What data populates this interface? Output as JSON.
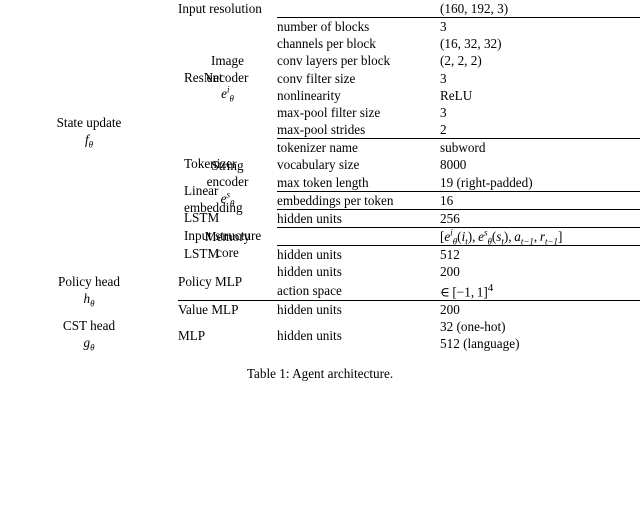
{
  "table": {
    "caption": "Table 1: Agent architecture.",
    "groups": [
      {
        "name": "State update",
        "symbol_base": "f",
        "symbol_sub": "θ",
        "subgroups": [
          {
            "name_lines": [
              "Image",
              "encoder"
            ],
            "symbol_base": "e",
            "symbol_sup": "i",
            "symbol_sub": "θ",
            "modules": [
              {
                "name": "Input resolution",
                "has_bar": false,
                "spans_prop": true,
                "rows": [
                  {
                    "property": "",
                    "value": "(160, 192, 3)"
                  }
                ]
              },
              {
                "name": "ResNet",
                "has_bar": true,
                "rows": [
                  {
                    "property": "number of blocks",
                    "value": "3"
                  },
                  {
                    "property": "channels per block",
                    "value": "(16, 32, 32)"
                  },
                  {
                    "property": "conv layers per block",
                    "value": "(2, 2, 2)"
                  },
                  {
                    "property": "conv filter size",
                    "value": "3"
                  },
                  {
                    "property": "nonlinearity",
                    "value": "ReLU"
                  },
                  {
                    "property": "max-pool filter size",
                    "value": "3"
                  },
                  {
                    "property": "max-pool strides",
                    "value": "2"
                  }
                ]
              }
            ]
          },
          {
            "name_lines": [
              "String",
              "encoder"
            ],
            "symbol_base": "e",
            "symbol_sup": "s",
            "symbol_sub": "θ",
            "modules": [
              {
                "name": "Tokenizer",
                "has_bar": true,
                "rows": [
                  {
                    "property": "tokenizer name",
                    "value": "subword"
                  },
                  {
                    "property": "vocabulary size",
                    "value": "8000"
                  },
                  {
                    "property": "max token length",
                    "value": "19 (right-padded)"
                  }
                ]
              },
              {
                "name_lines": [
                  "Linear",
                  "embedding"
                ],
                "name": "Linear embedding",
                "has_bar": true,
                "rows": [
                  {
                    "property": "embeddings per token",
                    "value": "16"
                  }
                ]
              },
              {
                "name": "LSTM",
                "has_bar": true,
                "rows": [
                  {
                    "property": "hidden units",
                    "value": "256"
                  }
                ]
              }
            ]
          },
          {
            "name_lines": [
              "Memory",
              "core"
            ],
            "symbol_base": "",
            "symbol_sup": "",
            "symbol_sub": "",
            "modules": [
              {
                "name": "Input structure",
                "has_bar": false,
                "spans_prop": true,
                "rows": [
                  {
                    "property": "",
                    "value": "[eθi(it), eθs(st), at−1, rt−1]"
                  }
                ]
              },
              {
                "name": "LSTM",
                "has_bar": true,
                "rows": [
                  {
                    "property": "hidden units",
                    "value": "512"
                  }
                ]
              }
            ]
          }
        ]
      },
      {
        "name": "Policy head",
        "symbol_base": "h",
        "symbol_sub": "θ",
        "subgroups": [
          {
            "name_lines": [],
            "modules": [
              {
                "name": "Policy MLP",
                "has_bar": true,
                "rows": [
                  {
                    "property": "hidden units",
                    "value": "200"
                  },
                  {
                    "property": "action space",
                    "value": "∈ [−1, 1]4"
                  }
                ]
              },
              {
                "name": "Value MLP",
                "has_bar": true,
                "rows": [
                  {
                    "property": "hidden units",
                    "value": "200"
                  }
                ]
              }
            ]
          }
        ]
      },
      {
        "name": "CST head",
        "symbol_base": "g",
        "symbol_sub": "θ",
        "subgroups": [
          {
            "name_lines": [],
            "modules": [
              {
                "name": "MLP",
                "has_bar": true,
                "rows": [
                  {
                    "property": "hidden units",
                    "value": "32 (one-hot)"
                  },
                  {
                    "property": "",
                    "value": "512 (language)"
                  }
                ]
              }
            ]
          }
        ]
      }
    ]
  },
  "labels": {
    "state_update": "State update",
    "image_encoder_l1": "Image",
    "image_encoder_l2": "encoder",
    "string_encoder_l1": "String",
    "string_encoder_l2": "encoder",
    "memory_core_l1": "Memory",
    "memory_core_l2": "core",
    "policy_head": "Policy head",
    "cst_head": "CST head",
    "input_resolution": "Input resolution",
    "input_resolution_value": "(160, 192, 3)",
    "resnet": "ResNet",
    "tokenizer": "Tokenizer",
    "linear_l1": "Linear",
    "linear_l2": "embedding",
    "lstm_string": "LSTM",
    "input_structure": "Input structure",
    "lstm_memory": "LSTM",
    "policy_mlp": "Policy MLP",
    "value_mlp": "Value MLP",
    "cst_mlp": "MLP",
    "resnet_props": [
      "number of blocks",
      "channels per block",
      "conv layers per block",
      "conv filter size",
      "nonlinearity",
      "max-pool filter size",
      "max-pool strides"
    ],
    "resnet_values": [
      "3",
      "(16, 32, 32)",
      "(2, 2, 2)",
      "3",
      "ReLU",
      "3",
      "2"
    ],
    "tokenizer_props": [
      "tokenizer name",
      "vocabulary size",
      "max token length"
    ],
    "tokenizer_values": [
      "subword",
      "8000",
      "19 (right-padded)"
    ],
    "linear_prop": "embeddings per token",
    "linear_value": "16",
    "lstm_string_prop": "hidden units",
    "lstm_string_value": "256",
    "lstm_memory_prop": "hidden units",
    "lstm_memory_value": "512",
    "policy_props": [
      "hidden units",
      "action space"
    ],
    "policy_value_hidden": "200",
    "value_mlp_prop": "hidden units",
    "value_mlp_value": "200",
    "cst_prop": "hidden units",
    "cst_value_1": "32 (one-hot)",
    "cst_value_2": "512 (language)"
  },
  "caption": "Table 1: Agent architecture."
}
